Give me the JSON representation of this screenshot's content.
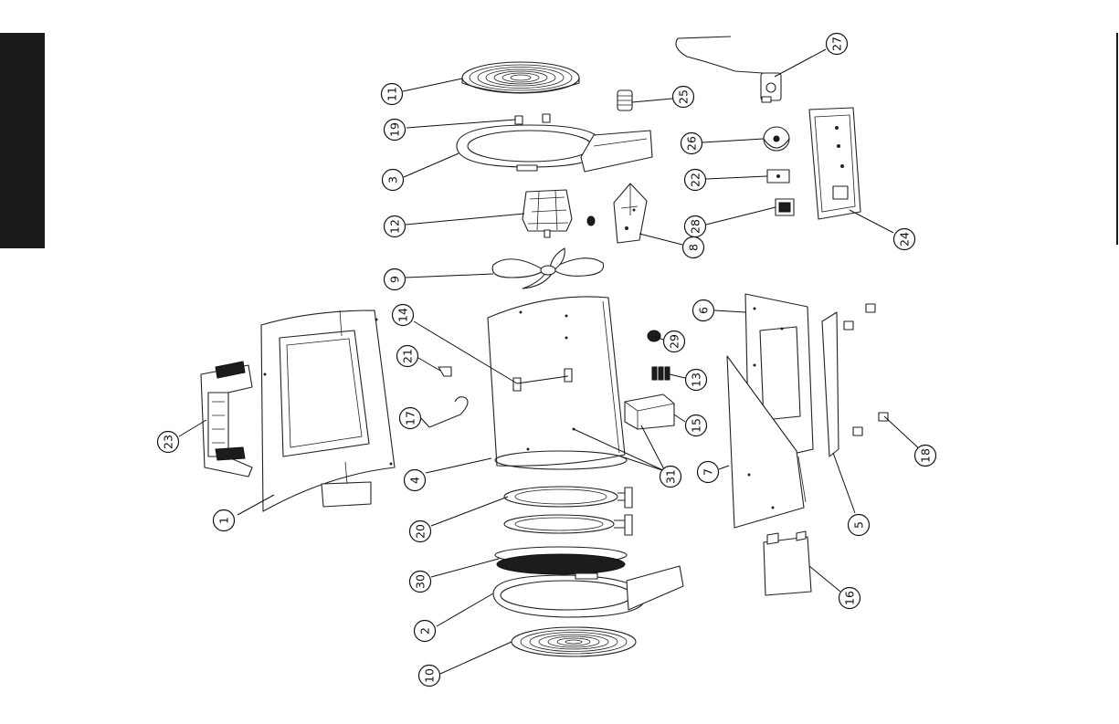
{
  "callouts": [
    {
      "id": "c11",
      "label": "11"
    },
    {
      "id": "c19",
      "label": "19"
    },
    {
      "id": "c3",
      "label": "3"
    },
    {
      "id": "c12",
      "label": "12"
    },
    {
      "id": "c9",
      "label": "9"
    },
    {
      "id": "c25",
      "label": "25"
    },
    {
      "id": "c27",
      "label": "27"
    },
    {
      "id": "c26",
      "label": "26"
    },
    {
      "id": "c22",
      "label": "22"
    },
    {
      "id": "c28",
      "label": "28"
    },
    {
      "id": "c8",
      "label": "8"
    },
    {
      "id": "c24",
      "label": "24"
    },
    {
      "id": "c14",
      "label": "14"
    },
    {
      "id": "c21",
      "label": "21"
    },
    {
      "id": "c17",
      "label": "17"
    },
    {
      "id": "c4",
      "label": "4"
    },
    {
      "id": "c29",
      "label": "29"
    },
    {
      "id": "c13",
      "label": "13"
    },
    {
      "id": "c15",
      "label": "15"
    },
    {
      "id": "c31",
      "label": "31"
    },
    {
      "id": "c6",
      "label": "6"
    },
    {
      "id": "c7",
      "label": "7"
    },
    {
      "id": "c5",
      "label": "5"
    },
    {
      "id": "c18",
      "label": "18"
    },
    {
      "id": "c16",
      "label": "16"
    },
    {
      "id": "c23",
      "label": "23"
    },
    {
      "id": "c1",
      "label": "1"
    },
    {
      "id": "c20",
      "label": "20"
    },
    {
      "id": "c30",
      "label": "30"
    },
    {
      "id": "c2",
      "label": "2"
    },
    {
      "id": "c10",
      "label": "10"
    }
  ]
}
